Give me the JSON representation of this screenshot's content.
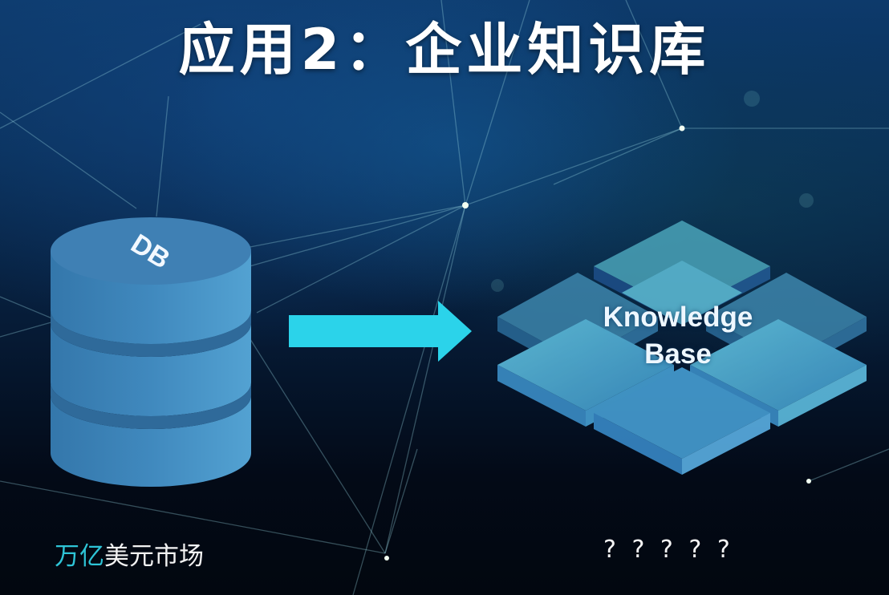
{
  "slide": {
    "title": "应用2：企业知识库",
    "db_label": "DB",
    "kb_label_line1": "Knowledge",
    "kb_label_line2": "Base",
    "market_highlight": "万亿",
    "market_rest": "美元市场",
    "unknown_value": "? ? ? ? ?"
  },
  "colors": {
    "background_top": "#0d3a6b",
    "background_bottom": "#02070f",
    "db_body": "#3f88bd",
    "arrow": "#2bd3ea",
    "kb_tiles": "#5ab8e6",
    "highlight_text": "#2ec4d6",
    "text": "#ffffff"
  },
  "icons": {
    "database": "database-cylinder-icon",
    "arrow": "arrow-right-icon",
    "knowledge_base": "stacked-tiles-icon"
  }
}
